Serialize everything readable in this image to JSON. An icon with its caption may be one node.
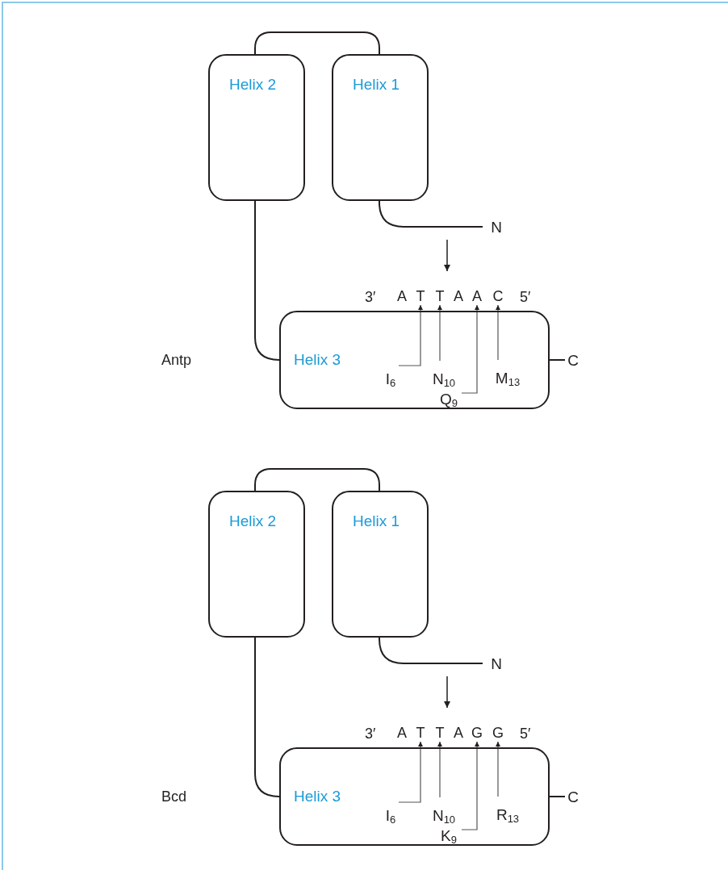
{
  "diagram": {
    "nodes": [
      {
        "text": [
          "Helix 2"
        ]
      },
      {
        "text": [
          "Helix 1"
        ]
      },
      {
        "text": [
          "Helix 3"
        ]
      },
      {
        "text": [
          "N"
        ]
      },
      {
        "text": [
          "C"
        ]
      },
      {
        "text": [
          "I$_{6}$"
        ],
        "in": 2
      },
      {
        "text": [
          "N$_{10}$"
        ],
        "in": 2
      },
      {
        "text": [
          "Q$_{9}$"
        ],
        "in": 2
      },
      {
        "text": [
          "M$_{13}$"
        ],
        "in": 2
      },
      {
        "text": [
          "A"
        ]
      },
      {
        "text": [
          "T"
        ]
      },
      {
        "text": [
          "T"
        ]
      },
      {
        "text": [
          "A"
        ]
      },
      {
        "text": [
          "A"
        ]
      },
      {
        "text": [
          "C"
        ]
      },
      {
        "text": [
          "Helix 2"
        ]
      },
      {
        "text": [
          "Helix 1"
        ]
      },
      {
        "text": [
          "Helix 3"
        ]
      },
      {
        "text": [
          "N"
        ]
      },
      {
        "text": [
          "C"
        ]
      },
      {
        "text": [
          "I$_{6}$"
        ],
        "in": 17
      },
      {
        "text": [
          "N$_{10}$"
        ],
        "in": 17
      },
      {
        "text": [
          "K$_{9}$"
        ],
        "in": 17
      },
      {
        "text": [
          "R$_{13}$"
        ],
        "in": 17
      },
      {
        "text": [
          "A"
        ]
      },
      {
        "text": [
          "T"
        ]
      },
      {
        "text": [
          "T"
        ]
      },
      {
        "text": [
          "A"
        ]
      },
      {
        "text": [
          "G"
        ]
      },
      {
        "text": [
          "G"
        ]
      }
    ],
    "edges": [
      {
        "from": 0,
        "to": 1,
        "arrow": "none"
      },
      {
        "from": 0,
        "to": 2,
        "arrow": "none"
      },
      {
        "from": 1,
        "to": 3,
        "arrow": "none"
      },
      {
        "from": 2,
        "to": 4,
        "arrow": "none"
      },
      {
        "from": 5,
        "to": 10,
        "arrow": "to"
      },
      {
        "from": 6,
        "to": 11,
        "arrow": "to"
      },
      {
        "from": 7,
        "to": 13,
        "arrow": "to"
      },
      {
        "from": 8,
        "to": 14,
        "arrow": "to"
      },
      {
        "from": 15,
        "to": 16,
        "arrow": "none"
      },
      {
        "from": 15,
        "to": 17,
        "arrow": "none"
      },
      {
        "from": 16,
        "to": 18,
        "arrow": "none"
      },
      {
        "from": 17,
        "to": 19,
        "arrow": "none"
      },
      {
        "from": 20,
        "to": 25,
        "arrow": "to"
      },
      {
        "from": 21,
        "to": 26,
        "arrow": "to"
      },
      {
        "from": 22,
        "to": 28,
        "arrow": "to"
      },
      {
        "from": 23,
        "to": 29,
        "arrow": "to"
      }
    ],
    "labels": [
      "3′",
      "5′",
      "Antp",
      "3′",
      "5′",
      "Bcd"
    ]
  }
}
